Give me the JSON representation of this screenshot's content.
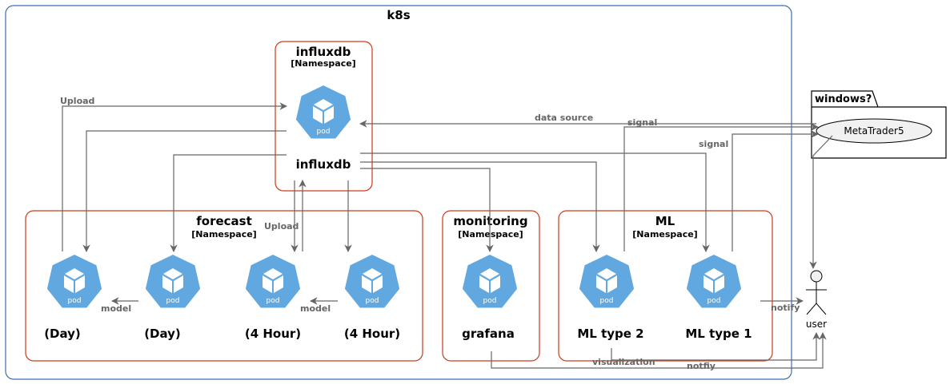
{
  "k8s": {
    "title": "k8s"
  },
  "namespaces": {
    "influxdb": {
      "title": "influxdb",
      "subtitle": "[Namespace]"
    },
    "forecast": {
      "title": "forecast",
      "subtitle": "[Namespace]"
    },
    "monitoring": {
      "title": "monitoring",
      "subtitle": "[Namespace]"
    },
    "ml": {
      "title": "ML",
      "subtitle": "[Namespace]"
    }
  },
  "pods": {
    "icon_text": "pod",
    "influxdb": {
      "label": "influxdb"
    },
    "forecast_day_1": {
      "label": "(Day)"
    },
    "forecast_day_2": {
      "label": "(Day)"
    },
    "forecast_4h_1": {
      "label": "(4 Hour)"
    },
    "forecast_4h_2": {
      "label": "(4 Hour)"
    },
    "grafana": {
      "label": "grafana"
    },
    "ml_type_2": {
      "label": "ML type 2"
    },
    "ml_type_1": {
      "label": "ML type 1"
    }
  },
  "windows_package": {
    "title": "windows?",
    "usecase": "MetaTrader5"
  },
  "actor": {
    "label": "user"
  },
  "edge_labels": {
    "upload_top": "Upload",
    "upload_mid": "Upload",
    "data_source": "data source",
    "signal_1": "signal",
    "signal_2": "signal",
    "model_1": "model",
    "model_2": "model",
    "notify": "notify",
    "visualization": "visualization",
    "notfiy": "notfiy"
  },
  "colors": {
    "k8s_border": "#3a6fb0",
    "namespace_border": "#cc3a1a",
    "pod_fill": "#62a8e0",
    "edge": "#666666"
  }
}
